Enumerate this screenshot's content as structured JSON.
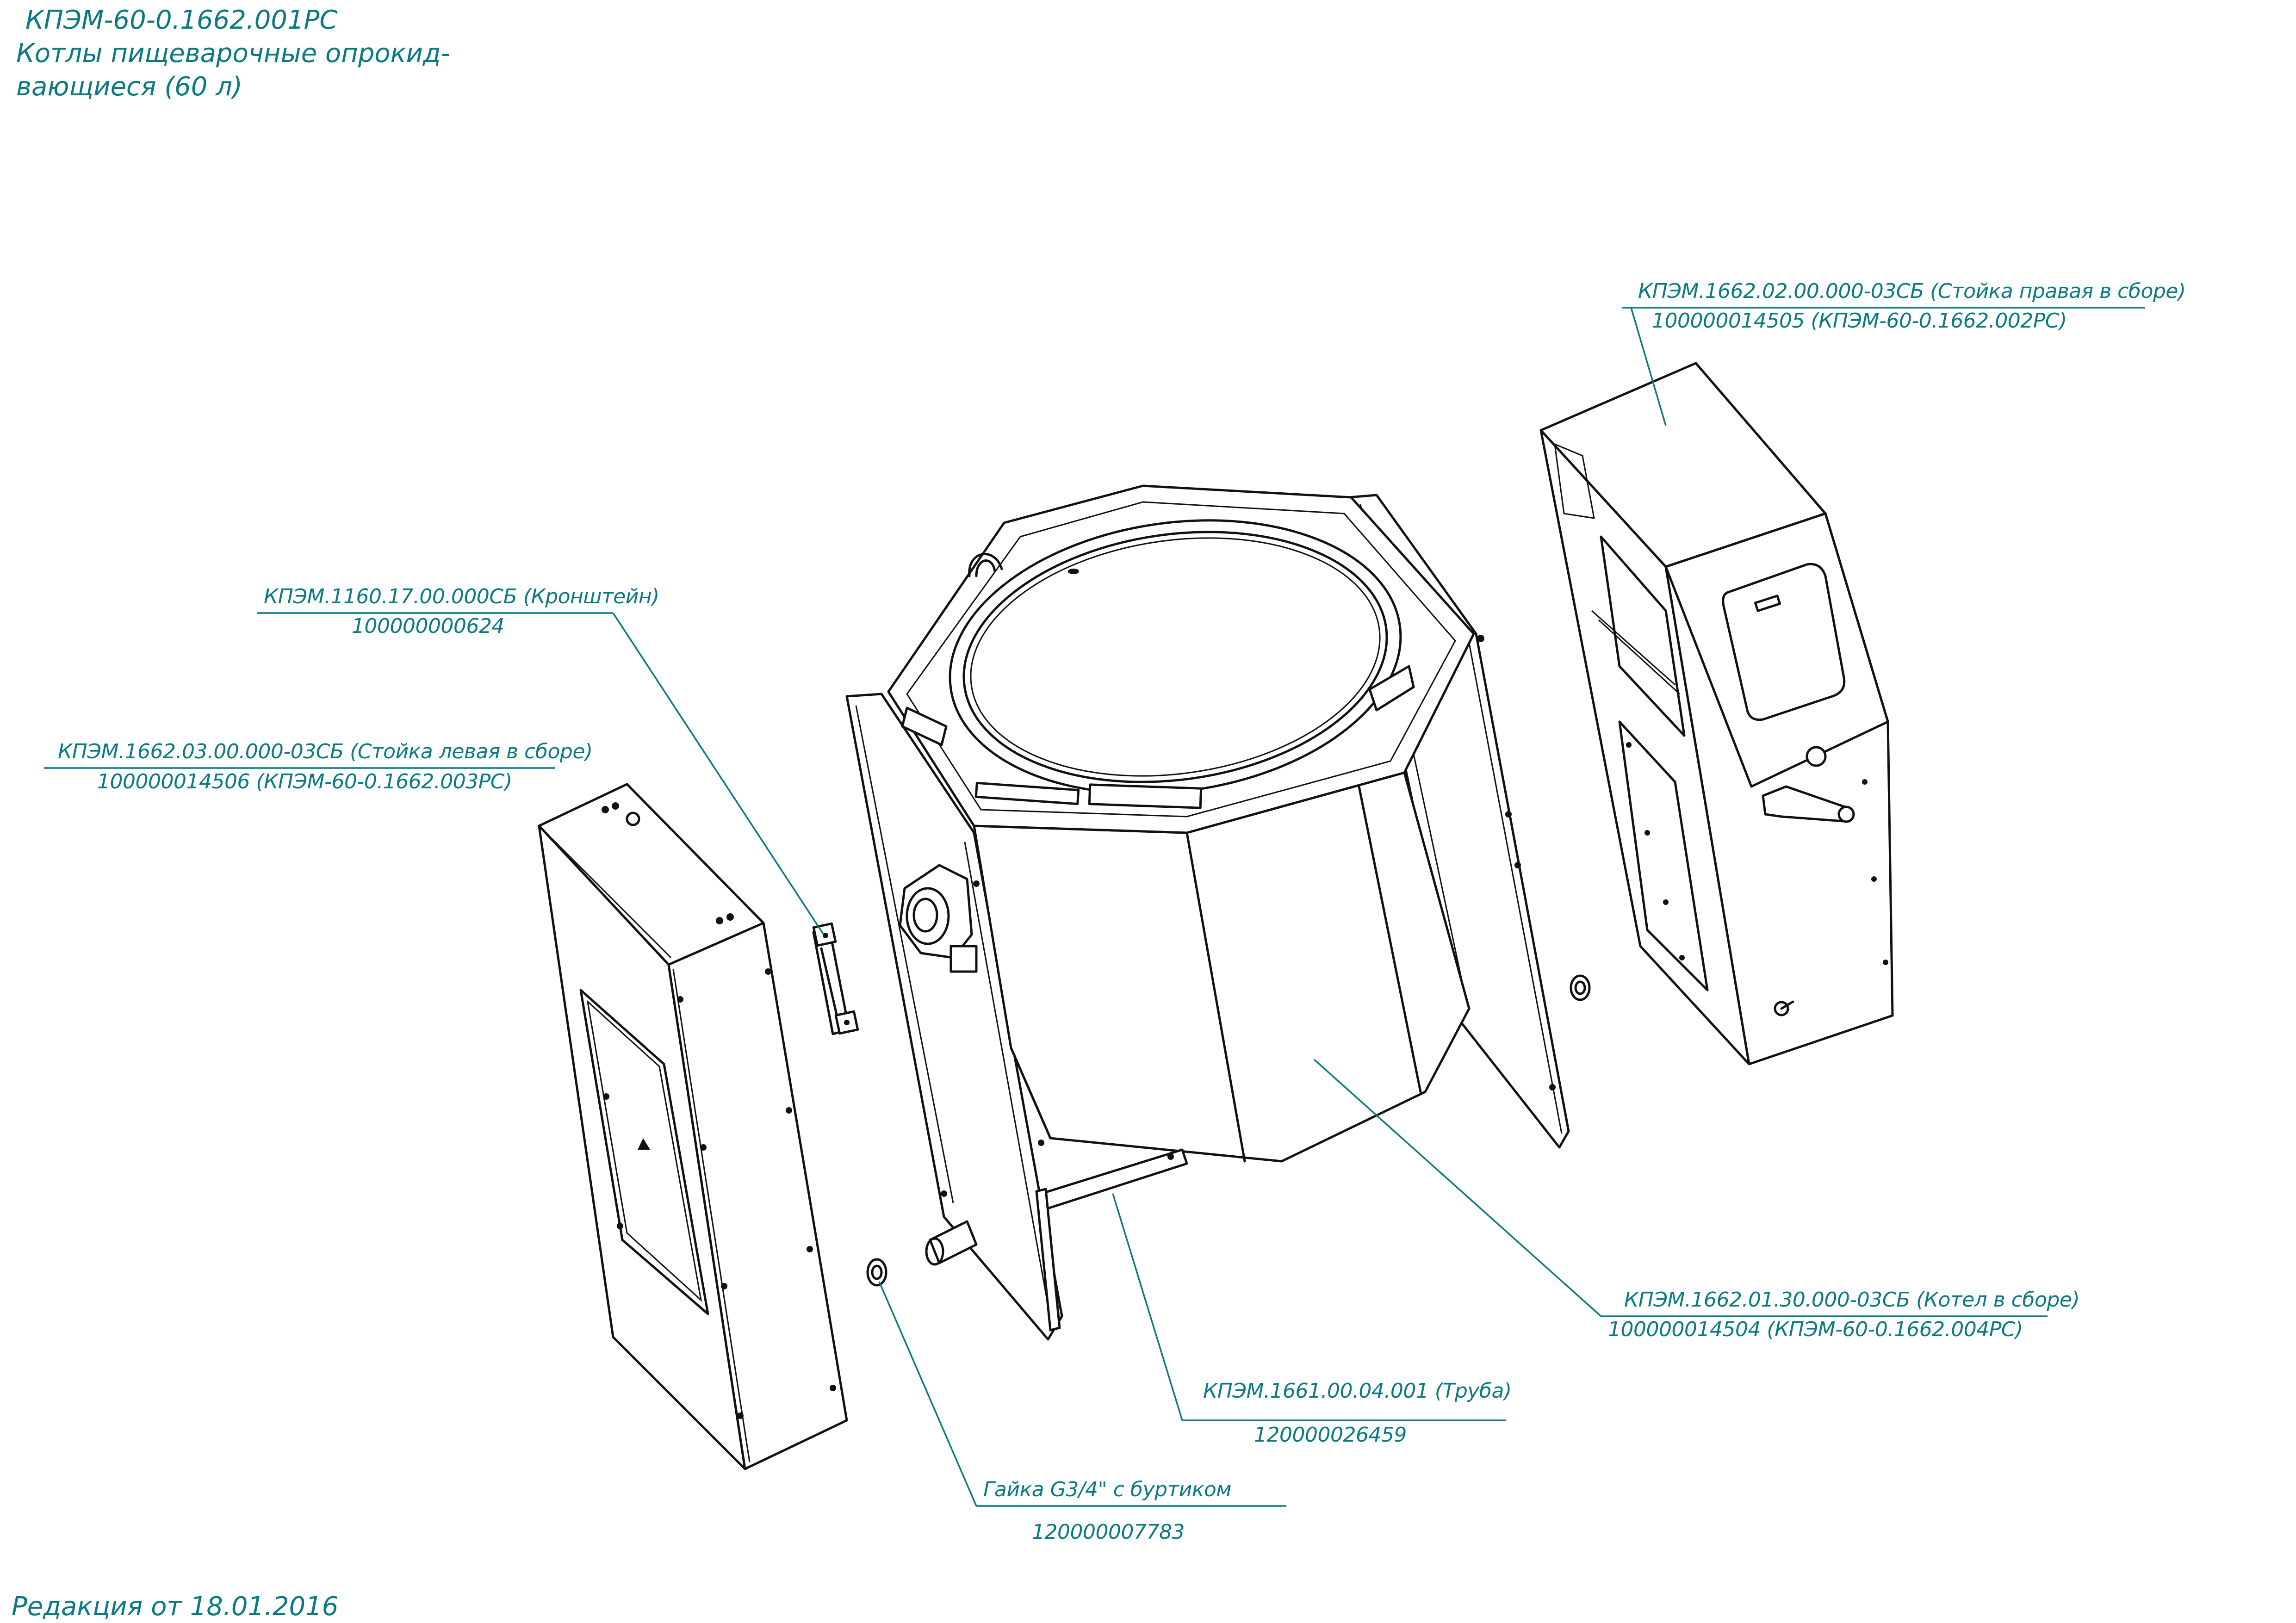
{
  "header": {
    "doc_code": "КПЭМ-60-0.1662.001РС",
    "title_line1": "Котлы пищеварочные опрокид-",
    "title_line2": "вающиеся (60 л)"
  },
  "revision": "Редакция от 18.01.2016",
  "callouts": {
    "right_stand": {
      "name": "КПЭМ.1662.02.00.000-03СБ (Стойка правая в сборе)",
      "code": "100000014505 (КПЭМ-60-0.1662.002РС)"
    },
    "bracket": {
      "name": "КПЭМ.1160.17.00.000СБ (Кронштейн)",
      "code": "100000000624"
    },
    "left_stand": {
      "name": "КПЭМ.1662.03.00.000-03СБ (Стойка левая в сборе)",
      "code": "100000014506 (КПЭМ-60-0.1662.003РС)"
    },
    "boiler": {
      "name": "КПЭМ.1662.01.30.000-03СБ (Котел в сборе)",
      "code": "100000014504 (КПЭМ-60-0.1662.004РС)"
    },
    "pipe": {
      "name": "КПЭМ.1661.00.04.001 (Труба)",
      "code": "120000026459"
    },
    "nut": {
      "name": "Гайка G3/4\" с буртиком",
      "code": "120000007783"
    }
  },
  "colors": {
    "annotation": "#0a7a82",
    "line": "#111111"
  }
}
